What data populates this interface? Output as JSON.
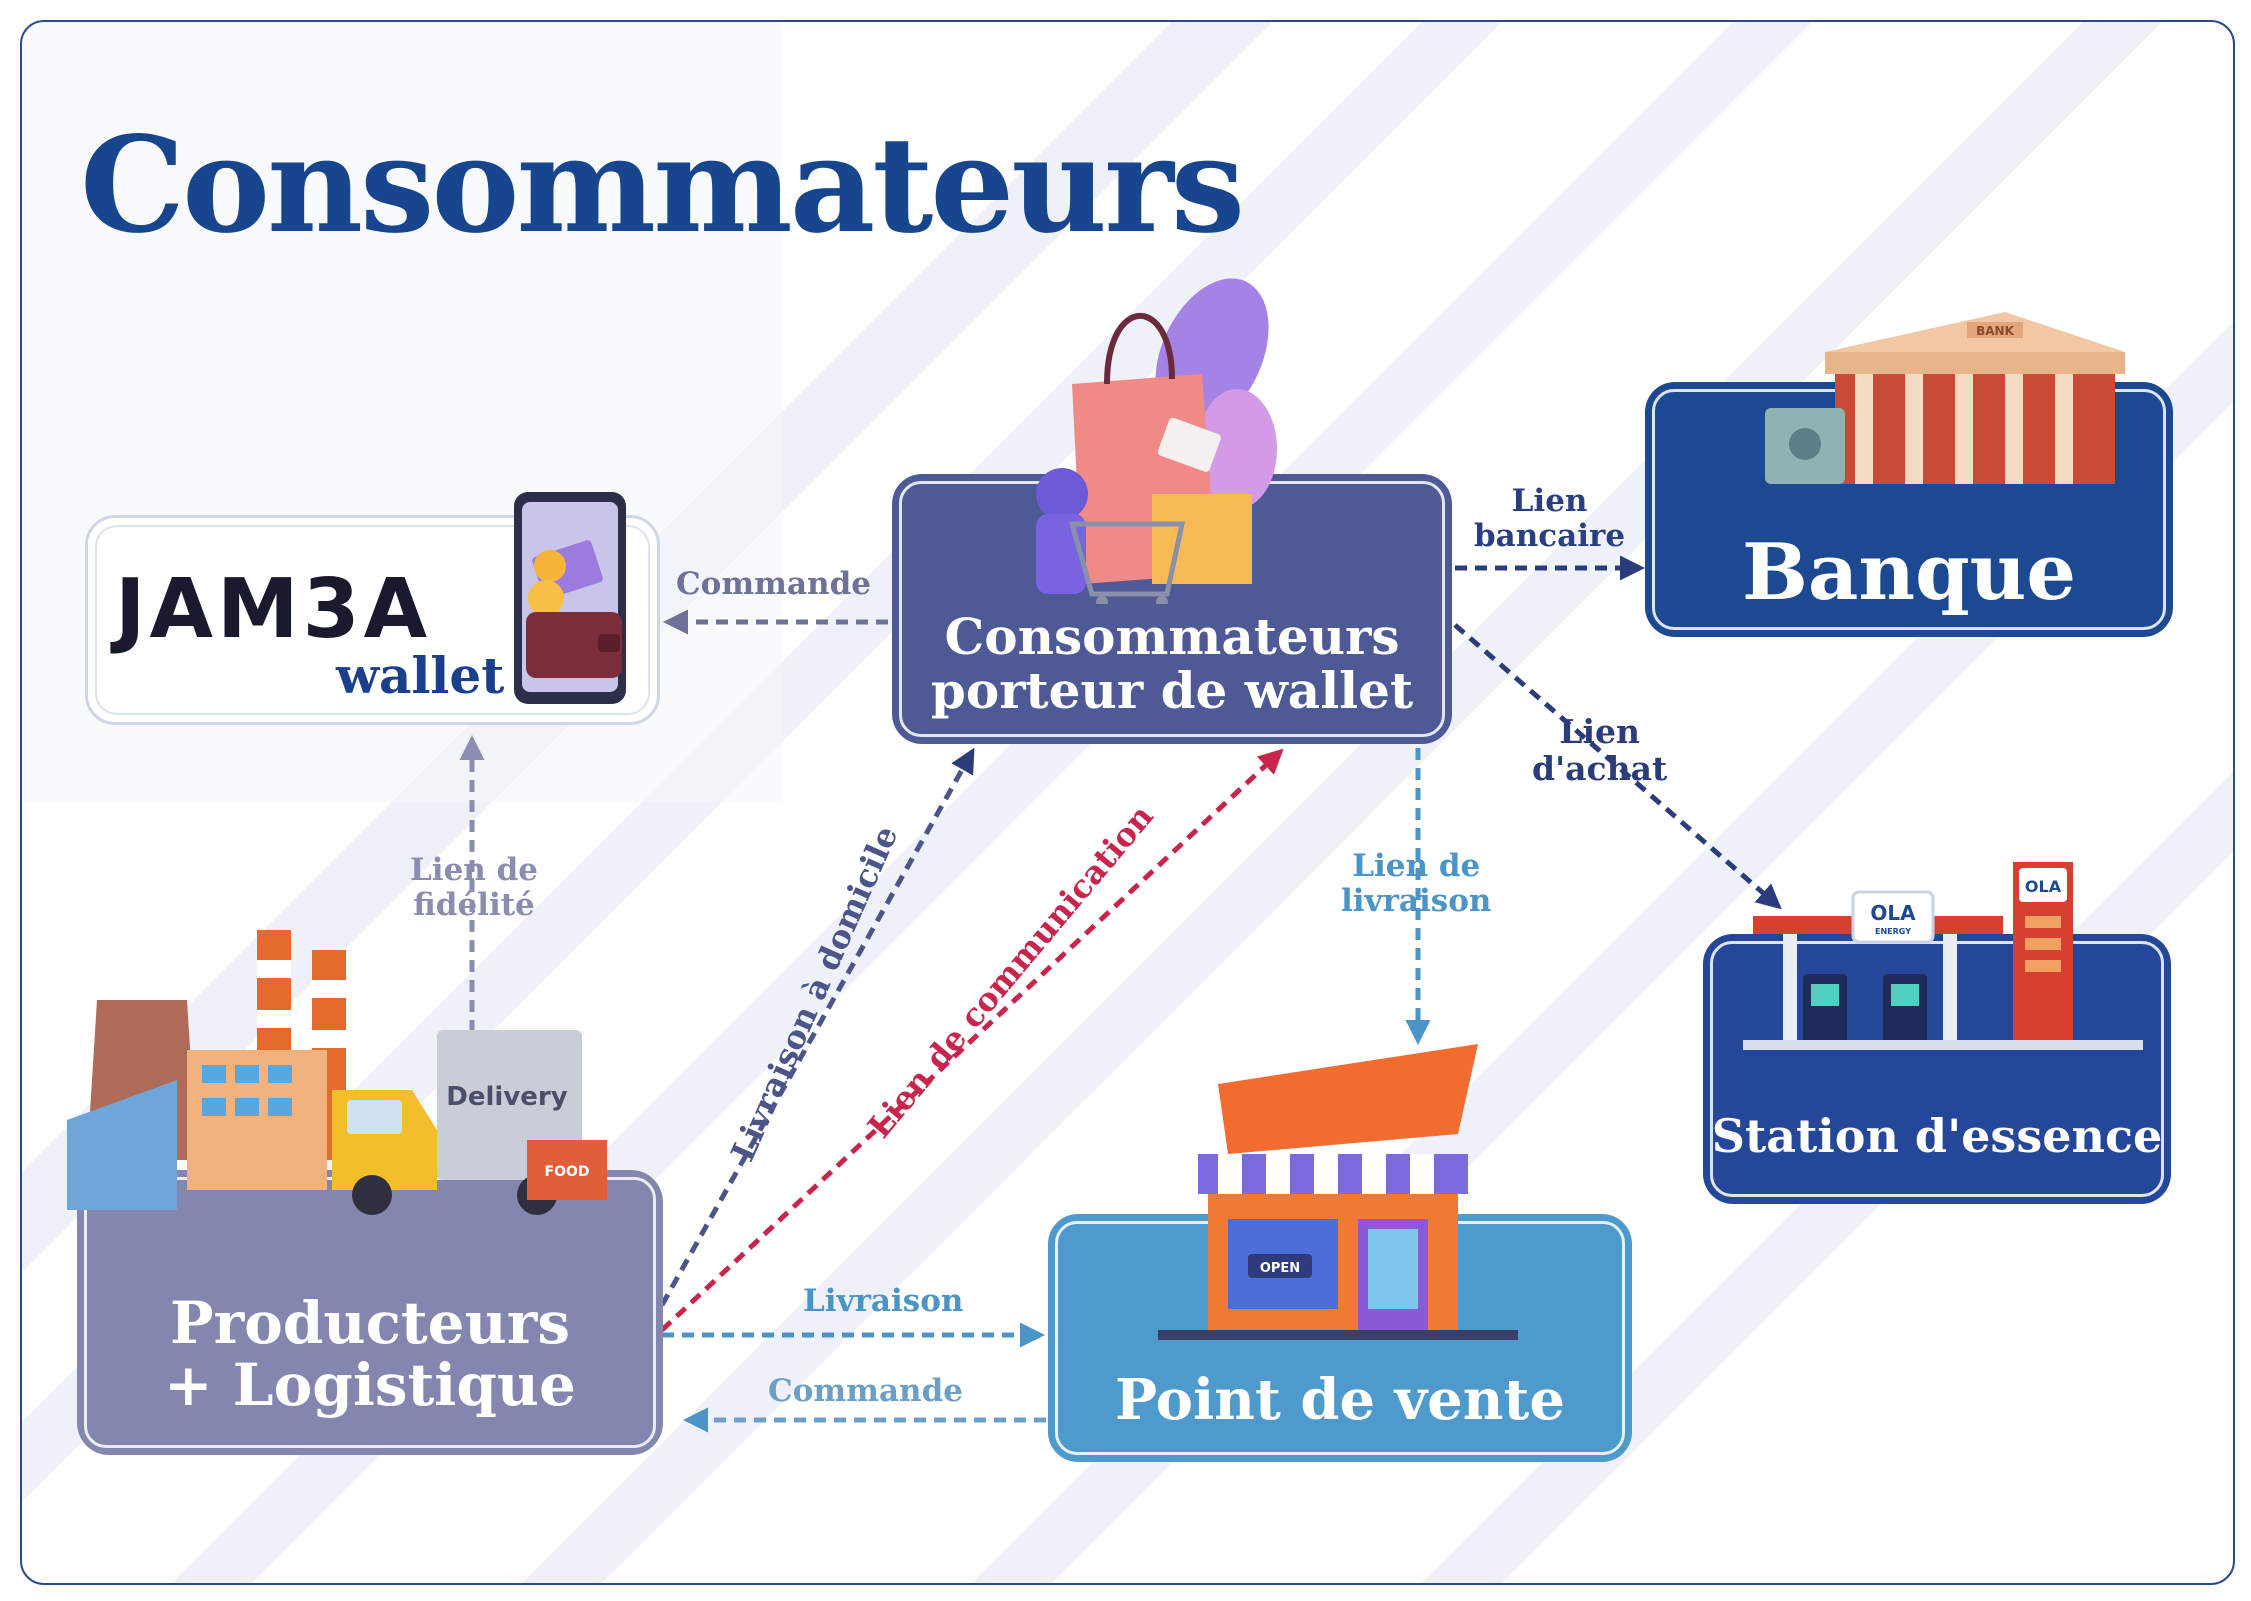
{
  "title": "Consommateurs",
  "nodes": {
    "consumer": {
      "label_line1": "Consommateurs",
      "label_line2": "porteur de wallet"
    },
    "bank": {
      "label": "Banque"
    },
    "station": {
      "label": "Station d'essence"
    },
    "producers": {
      "label_line1": "Producteurs",
      "label_line2": "+ Logistique"
    },
    "pos": {
      "label": "Point de vente"
    },
    "wallet": {
      "logo": "JAM3A",
      "word": "wallet"
    }
  },
  "illustration_texts": {
    "bank_sign": "BANK",
    "truck_text": "Delivery",
    "box_text": "FOOD",
    "store_sign": "OPEN",
    "station_brand": "OLA",
    "station_brand_sub": "ENERGY"
  },
  "links": {
    "commande_top": "Commande",
    "lien_bancaire_1": "Lien",
    "lien_bancaire_2": "bancaire",
    "lien_achat_1": "Lien",
    "lien_achat_2": "d'achat",
    "lien_livraison_1": "Lien de",
    "lien_livraison_2": "livraison",
    "lien_fidelite_1": "Lien de",
    "lien_fidelite_2": "fidélité",
    "livraison_domicile": "Livraison à domicile",
    "lien_communication": "Lien de communication",
    "livraison": "Livraison",
    "commande_bottom": "Commande"
  },
  "colors": {
    "title": "#17468f",
    "consumer": "#4d5a96",
    "bank": "#1c4991",
    "station": "#25479a",
    "producers": "#8386ae",
    "pos": "#4f9acd",
    "link_purple": "#6e7298",
    "link_navy": "#2b3c7a",
    "link_blue": "#4a94c8",
    "link_red": "#c8244c"
  }
}
